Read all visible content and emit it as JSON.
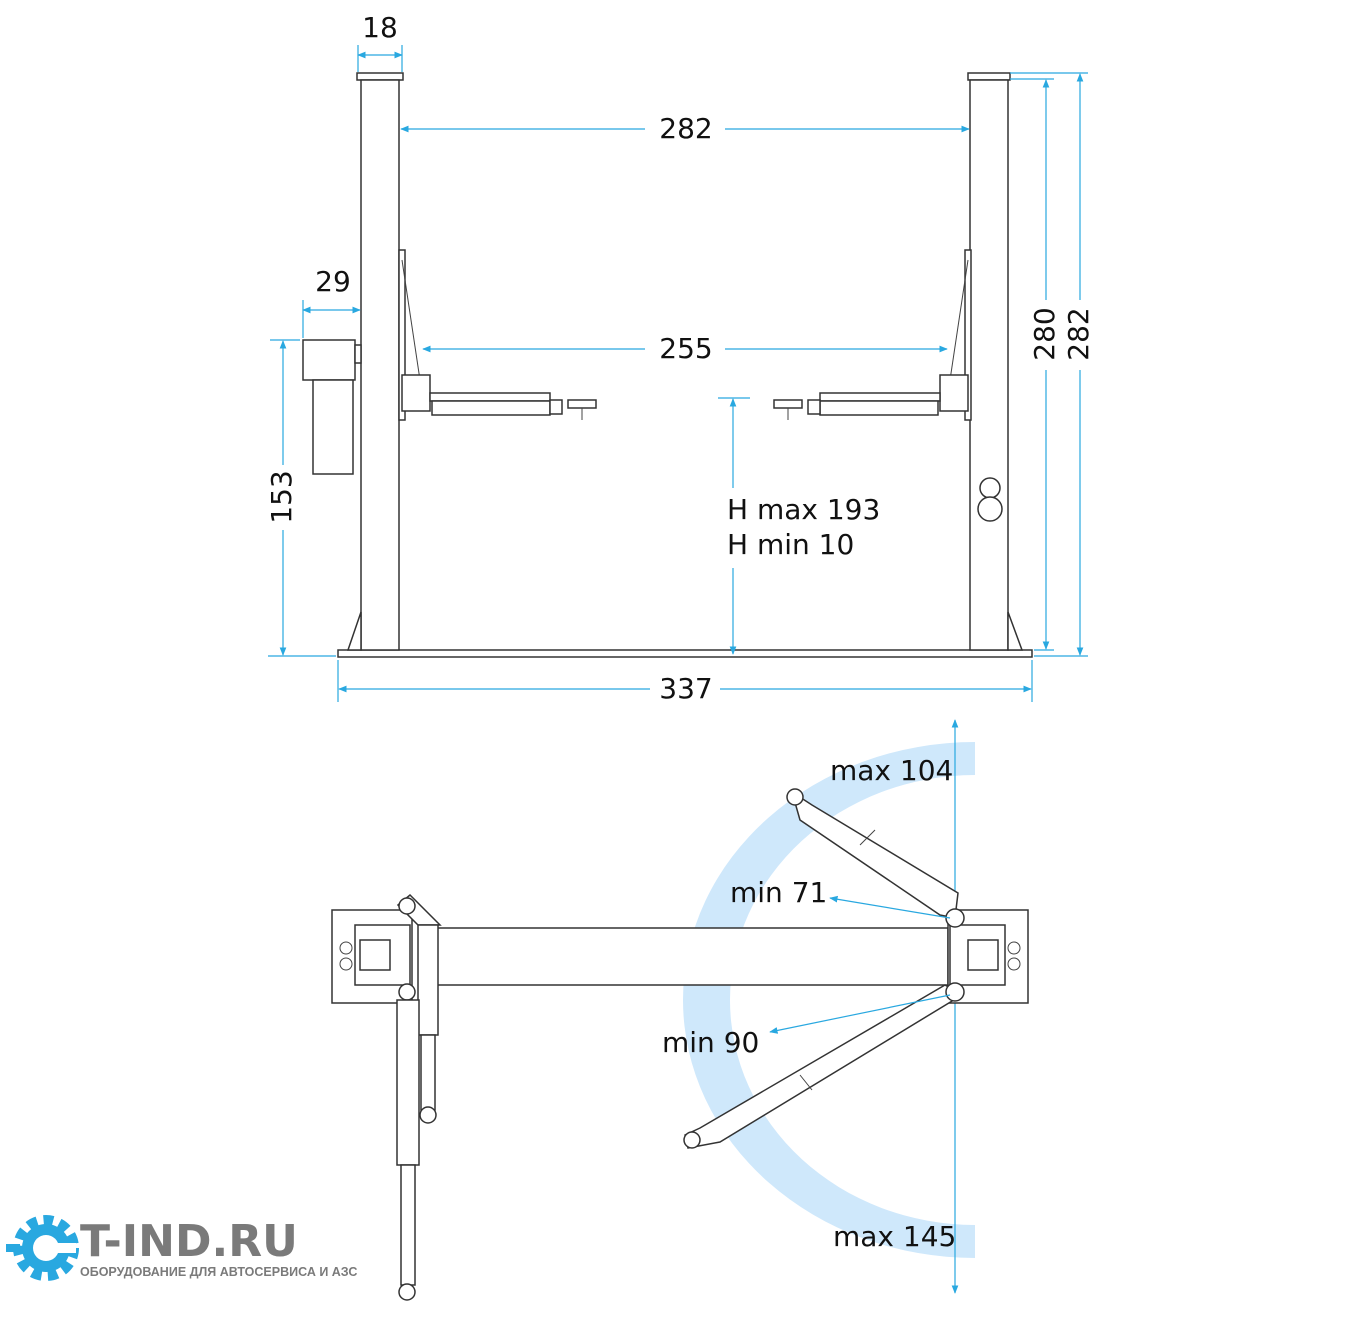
{
  "front_view": {
    "dimensions": {
      "column_width": "18",
      "inner_column_distance": "282",
      "motor_offset": "29",
      "arm_span": "255",
      "motor_height": "153",
      "lift_height_max": "H max 193",
      "lift_height_min": "H min 10",
      "inner_height": "280",
      "total_height": "282",
      "total_width": "337"
    }
  },
  "top_view": {
    "dimensions": {
      "short_arm_max": "max 104",
      "short_arm_min": "min 71",
      "long_arm_min": "min 90",
      "long_arm_max": "max 145"
    }
  },
  "logo": {
    "name": "T-IND.RU",
    "tagline": "ОБОРУДОВАНИЕ ДЛЯ АВТОСЕРВИСА И АЗС",
    "colors": {
      "gear": "#29a8e0",
      "text": "#7a7a7a"
    }
  },
  "colors": {
    "dimension": "#29a8e0",
    "swing_arc": "#cfe8fb"
  }
}
